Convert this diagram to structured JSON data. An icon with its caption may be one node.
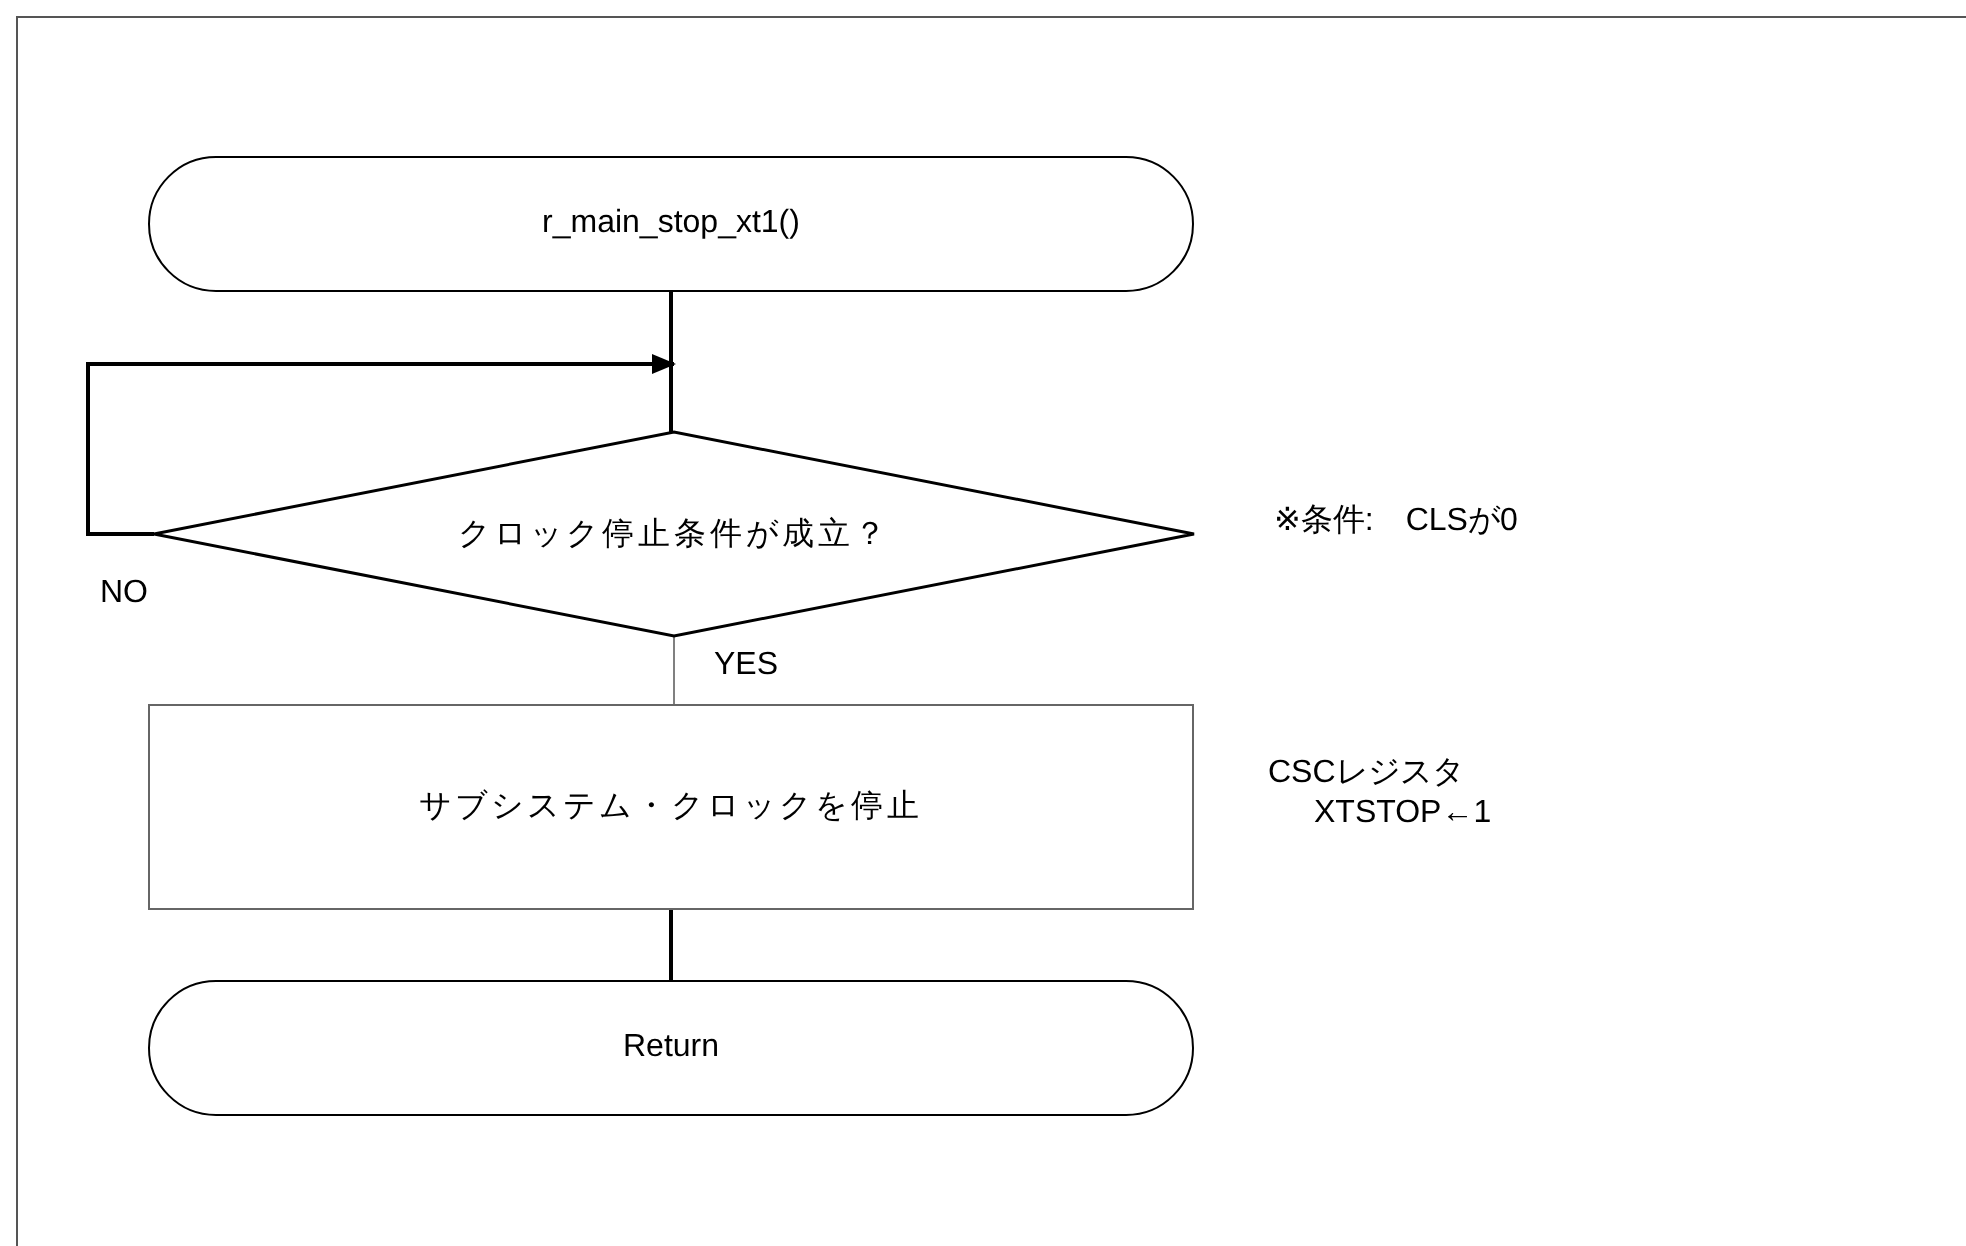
{
  "diagram": {
    "nodes": [
      {
        "text": [
          "r_main_stop_xt1()"
        ]
      },
      {
        "text": [
          "クロック停止条件が成立？"
        ],
        "beside": [
          "※条件:　CLSが0"
        ]
      },
      {
        "text": [
          "サブシステム・クロックを停止"
        ],
        "beside": [
          "CSCレジスタ",
          "XTSTOP←1"
        ]
      },
      {
        "text": [
          "Return"
        ]
      }
    ],
    "edges": [
      {
        "from": 0,
        "to": 1,
        "arrow": "none"
      },
      {
        "from": 1,
        "to": 1,
        "arrow": "to",
        "label": "NO"
      },
      {
        "from": 1,
        "to": 2,
        "arrow": "none",
        "label": "YES",
        "color": "#808080"
      },
      {
        "from": 2,
        "to": 3,
        "arrow": "none"
      }
    ]
  }
}
